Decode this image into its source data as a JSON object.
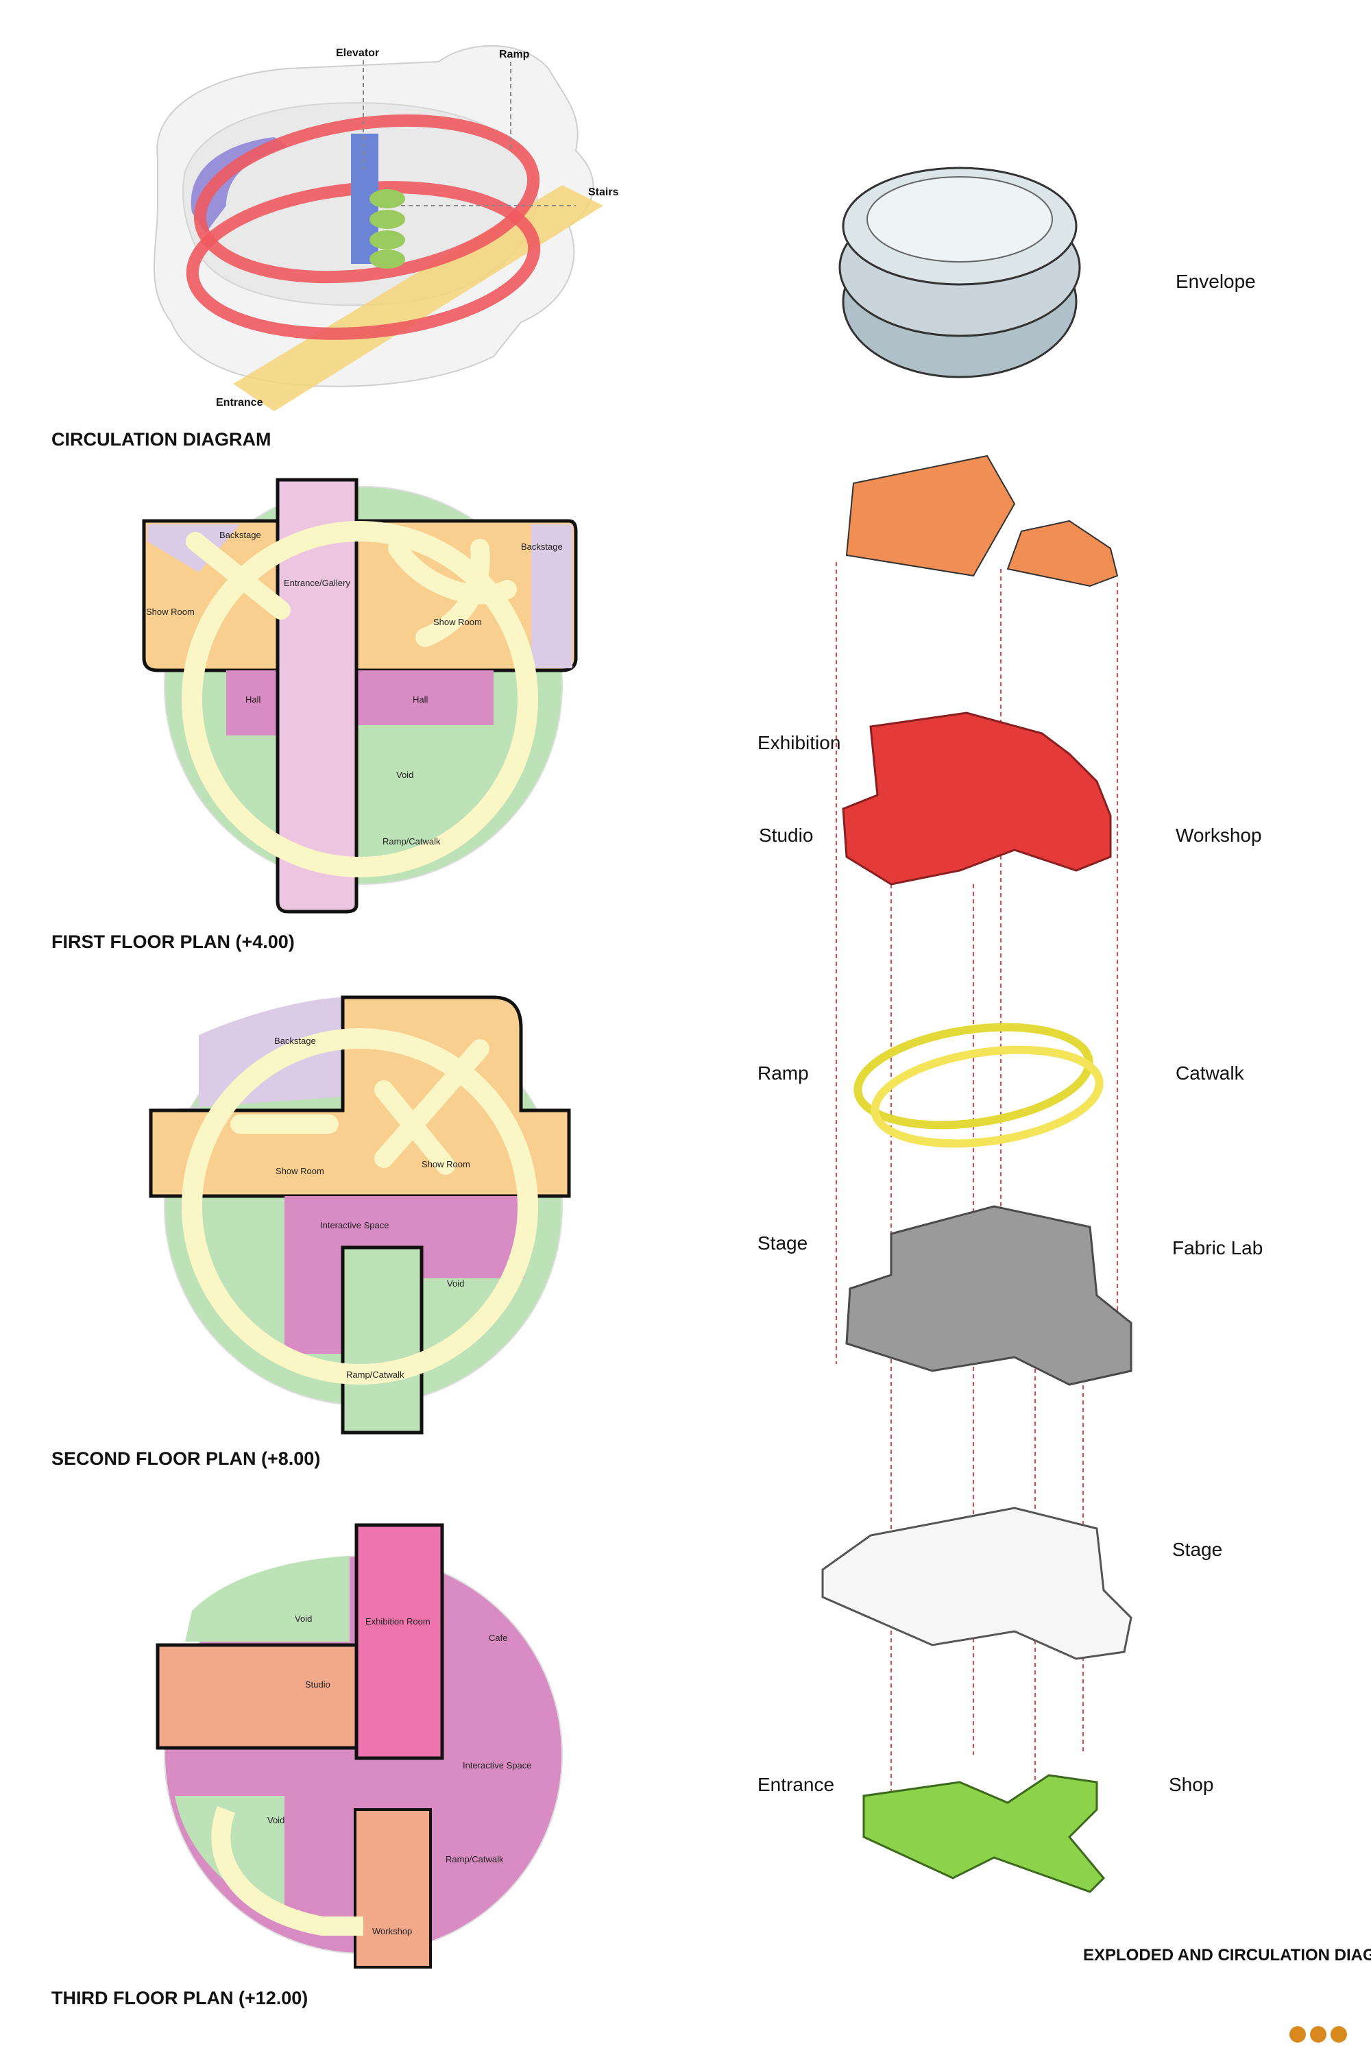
{
  "circulation": {
    "title": "CIRCULATION DIAGRAM",
    "labels": {
      "elevator": "Elevator",
      "ramp": "Ramp",
      "stairs": "Stairs",
      "entrance": "Entrance"
    }
  },
  "first_floor": {
    "title": "FIRST FLOOR PLAN (+4.00)",
    "rooms": [
      "Backstage",
      "Backstage",
      "Entrance/Gallery",
      "Show Room",
      "Show Room",
      "Hall",
      "Hall",
      "Void",
      "Ramp/Catwalk"
    ]
  },
  "second_floor": {
    "title": "SECOND FLOOR PLAN (+8.00)",
    "rooms": [
      "Backstage",
      "Show Room",
      "Show Room",
      "Interactive Space",
      "Void",
      "Ramp/Catwalk"
    ]
  },
  "third_floor": {
    "title": "THIRD FLOOR PLAN (+12.00)",
    "rooms": [
      "Void",
      "Exhibition Room",
      "Cafe",
      "Studio",
      "Interactive Space",
      "Void",
      "Ramp/Catwalk",
      "Workshop"
    ]
  },
  "exploded": {
    "title": "EXPLODED AND CIRCULATION DIAGRAM",
    "labels": {
      "envelope": "Envelope",
      "exhibition": "Exhibition",
      "studio": "Studio",
      "workshop": "Workshop",
      "ramp": "Ramp",
      "catwalk": "Catwalk",
      "stage1": "Stage",
      "fabric_lab": "Fabric Lab",
      "stage2": "Stage",
      "entrance": "Entrance",
      "shop": "Shop"
    }
  },
  "colors": {
    "accent": "#D98A1E",
    "ramp_red": "#EE5A5F",
    "ramp_yellow": "#F3E45A",
    "show_room": "#F8CF8F",
    "gallery_pink": "#ECC6E0",
    "hall_magenta": "#D98BC3",
    "void_green": "#BDE2B7",
    "backstage_lilac": "#DCCBE6",
    "exhibition_pink": "#EE74AE",
    "studio_salmon": "#F2A98A",
    "entrance_green": "#8CD24A",
    "slab_orange": "#F08E53",
    "red_level": "#E43A3A",
    "grey_level": "#9A9A9A"
  }
}
